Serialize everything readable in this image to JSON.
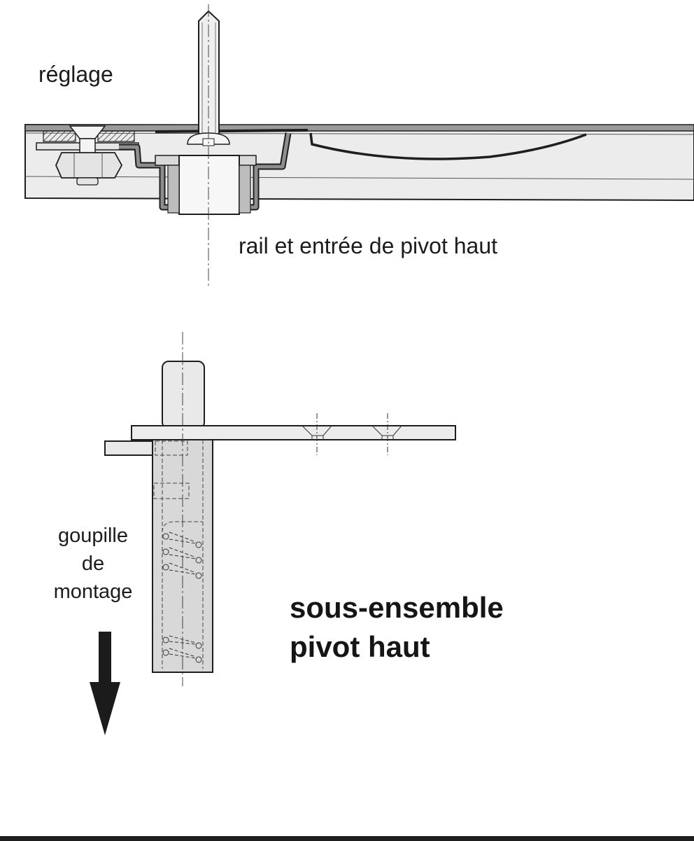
{
  "labels": {
    "adjustment": "réglage",
    "rail_caption": "rail et entrée de pivot haut",
    "mounting_pin": [
      "goupille",
      "de",
      "montage"
    ],
    "subassembly_title": [
      "sous-ensemble",
      "pivot haut"
    ]
  },
  "colors": {
    "line": "#1e1e1e",
    "fill_light": "#ececec",
    "fill_mid": "#d9d9d9",
    "fill_dark": "#8e8e8e",
    "background": "#ffffff"
  },
  "icons": {
    "direction_arrow": "arrow-down-icon"
  }
}
